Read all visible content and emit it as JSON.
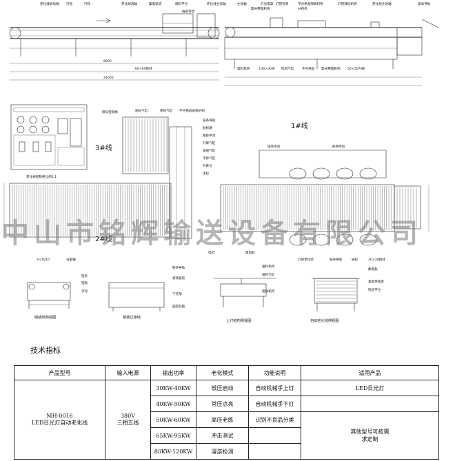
{
  "top_view": {
    "labels_top": [
      "老化线滚动轴",
      "行程",
      "行程",
      "老化线滚轴",
      "集电轨道",
      "储料平台",
      "链条传动",
      "老化线主动轴",
      "主动轴",
      "灯光电源",
      "集光整理机构",
      "灯管检测",
      "不合格品隔离机构",
      "分挡机",
      "灯管放料机构",
      "老化线主动轴",
      "驱动导轨"
    ],
    "labels_bottom": [
      "60×60铝材",
      "理料机构",
      "L30×30条",
      "检测气缸",
      "不合格品",
      "集光整理机构",
      "50×50方钢"
    ]
  },
  "panel_caption": "老化线控制柜比例1:1",
  "mid_labels": {
    "left_top": [
      "喷码检测线",
      "贴标气缸",
      "喷绘气缸",
      "不合格品贴标机构"
    ],
    "right_col": [
      "链条导轨",
      "贴标器",
      "跟踪平台",
      "升降气缸",
      "吸盘气缸",
      "平移气缸"
    ],
    "lift": [
      "升降台",
      "滚轮"
    ],
    "ops": [
      "操作平台",
      "照明平台"
    ],
    "bottom": [
      "电机",
      "集电轨"
    ]
  },
  "line_labels": {
    "line1": "1#线",
    "line2": "2#线",
    "line3": "3#线"
  },
  "watermark": "中山市铭辉输送设备有限公司",
  "detail_views": [
    {
      "caption": "组装线侧视图",
      "labels": [
        "UCP210",
        "分配轴",
        "链条",
        "铝轨",
        "手轮"
      ]
    },
    {
      "caption": "组装过渡线",
      "labels": [
        "链条导轨",
        "被动链轮",
        "下托架",
        "固定托板"
      ]
    },
    {
      "caption": "上灯结构侧视图",
      "labels": [
        "送料机构",
        "送料气缸",
        "驱动机构"
      ]
    },
    {
      "caption": "自动老化线侧视图",
      "labels": [
        "灯管老化架",
        "链条导轨",
        "链轮",
        "30×30铝材",
        "集电轨",
        "紧固件固定",
        "检验平台"
      ]
    }
  ],
  "spec": {
    "title": "技术指标",
    "headers": [
      "产品型号",
      "输入电源",
      "输出功率",
      "老化模式",
      "功能说明",
      "适用产品"
    ],
    "model": "MH-0016\nLED日光灯自动老化线",
    "input": "380V\n三相五线",
    "power": [
      "30KW-40KW",
      "40KW-50KW",
      "50KW-60KW",
      "65KW-95KW",
      "80KW-120KW"
    ],
    "mode": [
      "低压启动",
      "常压点亮",
      "高压老练",
      "冲击测试",
      "漫游检测"
    ],
    "func": [
      "自动机械手上灯",
      "自动机械手下灯",
      "识别不良品分类",
      "",
      ""
    ],
    "product_top": "LED日光灯",
    "product_custom": "其他型号可按需\n求定制"
  }
}
